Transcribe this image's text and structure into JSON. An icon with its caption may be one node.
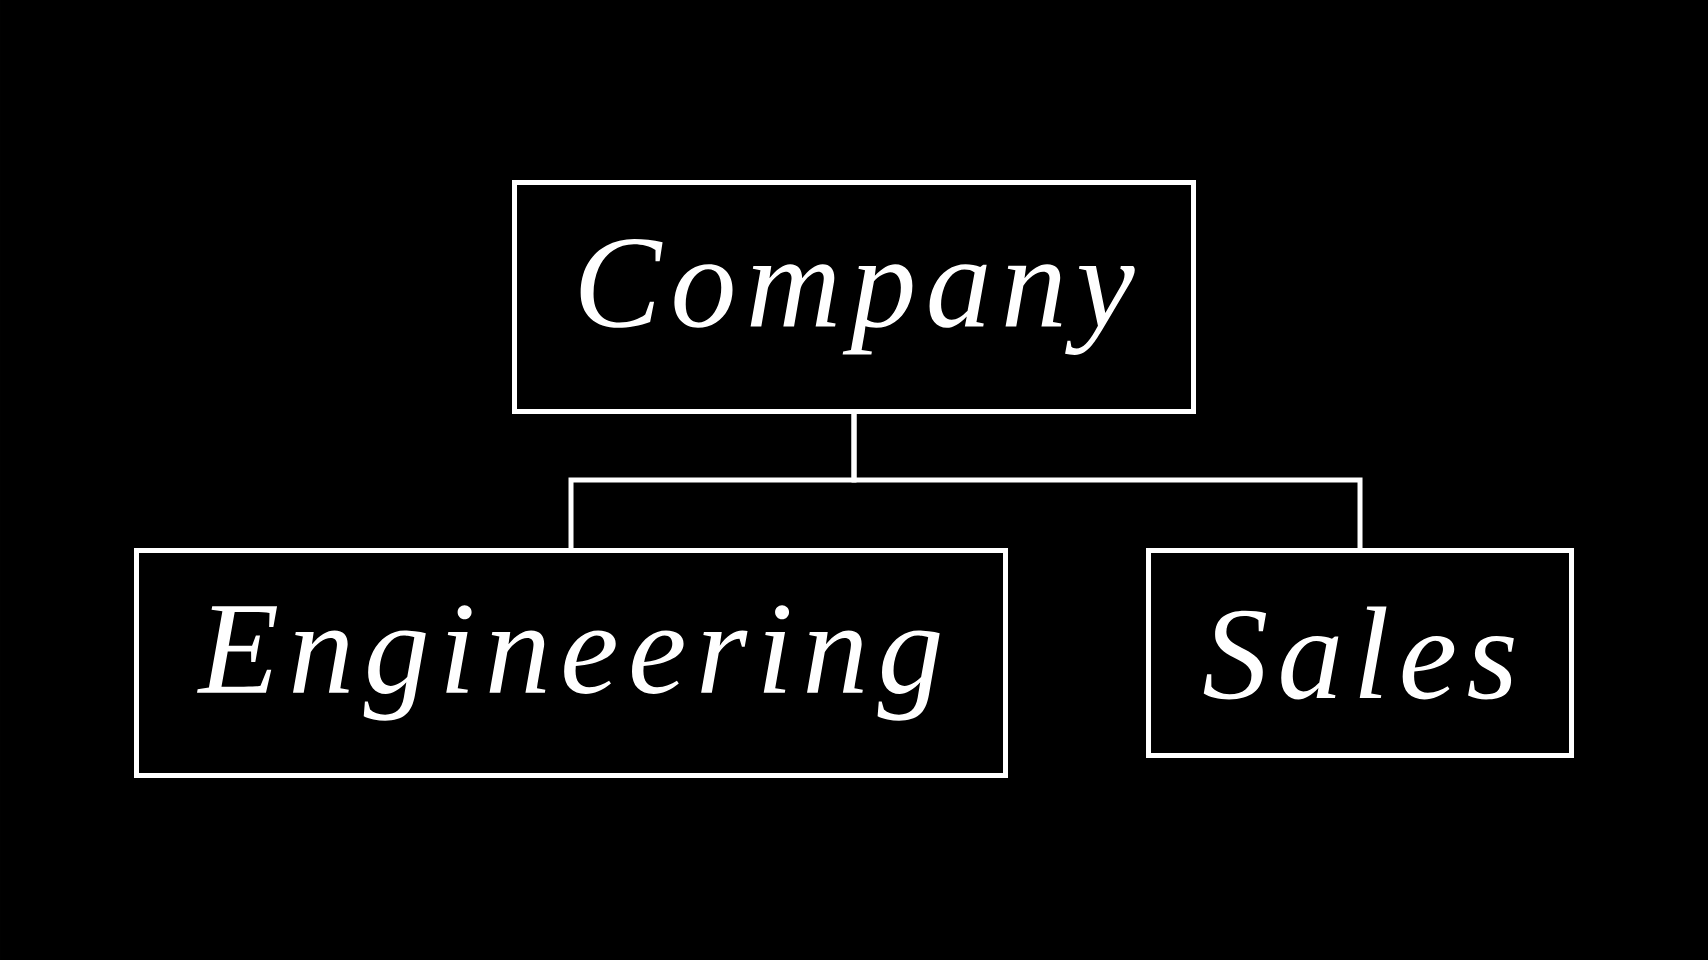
{
  "diagram": {
    "nodes": [
      {
        "text": [
          "Company"
        ]
      },
      {
        "text": [
          "Engineering"
        ]
      },
      {
        "text": [
          "Sales"
        ]
      }
    ],
    "edges": [
      {
        "from": 0,
        "to": 1,
        "arrow": "none"
      },
      {
        "from": 0,
        "to": 2,
        "arrow": "none"
      }
    ]
  }
}
